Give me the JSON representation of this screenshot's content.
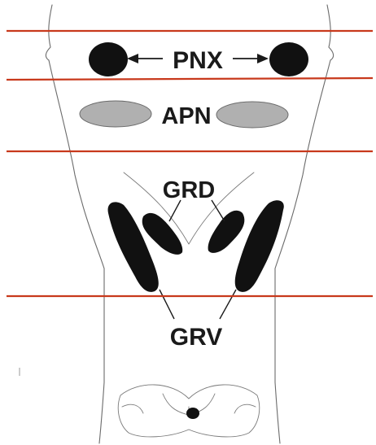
{
  "labels": {
    "pnx": "PNX",
    "apn": "APN",
    "grd": "GRD",
    "grv": "GRV"
  },
  "colors": {
    "section_line": "#c8391c",
    "outline": "#6b6b6b",
    "pnx_fill": "#111111",
    "apn_fill": "#b0b0b0",
    "gr_fill": "#111111",
    "label": "#1a1a1a"
  }
}
